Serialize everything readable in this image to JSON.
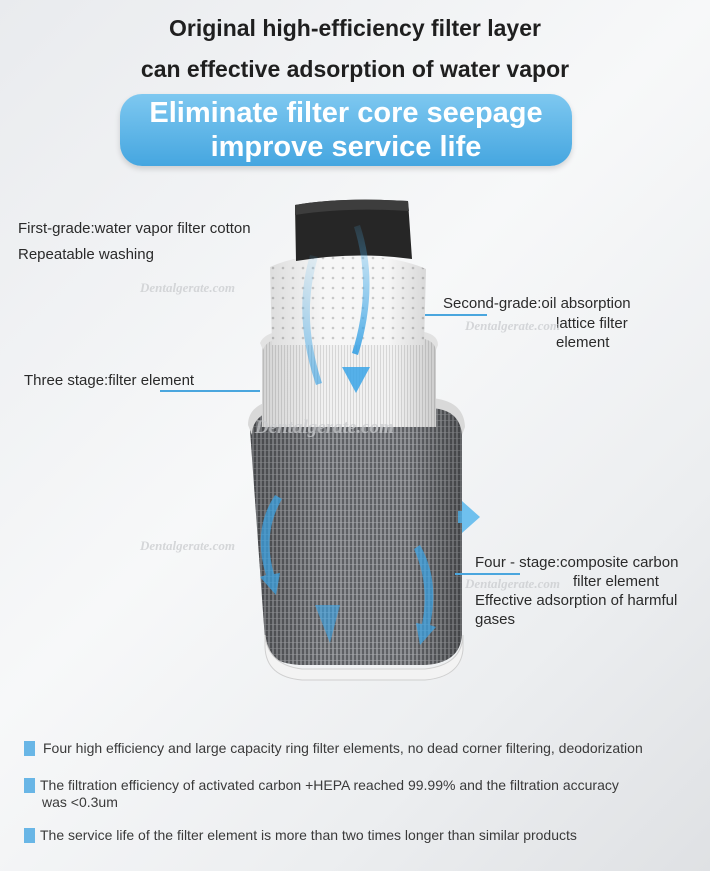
{
  "header": {
    "title_line1": "Original high-efficiency filter layer",
    "title_line2": "can effective adsorption of water vapor",
    "banner_line1": "Eliminate filter core seepage",
    "banner_line2": "improve service life"
  },
  "labels": {
    "first_grade": "First-grade:water vapor filter cotton",
    "first_grade_sub": "Repeatable washing",
    "second_grade_1": "Second-grade:oil absorption",
    "second_grade_2": "lattice filter",
    "second_grade_3": "element",
    "three_stage": "Three stage:filter element",
    "four_stage_1": "Four - stage:composite carbon",
    "four_stage_2": "filter element",
    "four_stage_3": "Effective adsorption of harmful",
    "four_stage_4": "gases"
  },
  "features": [
    {
      "line1": "Four high efficiency and large capacity ring filter elements, no dead corner filtering, deodorization",
      "line2": ""
    },
    {
      "line1": "The filtration efficiency of activated carbon +HEPA reached 99.99% and the filtration accuracy",
      "line2": "was <0.3um"
    },
    {
      "line1": "The service life of the filter element is more than two times longer than similar products",
      "line2": ""
    }
  ],
  "watermark": "Dentalgerate.com",
  "colors": {
    "accent": "#45a6e0",
    "bullet": "#69b6e6"
  }
}
